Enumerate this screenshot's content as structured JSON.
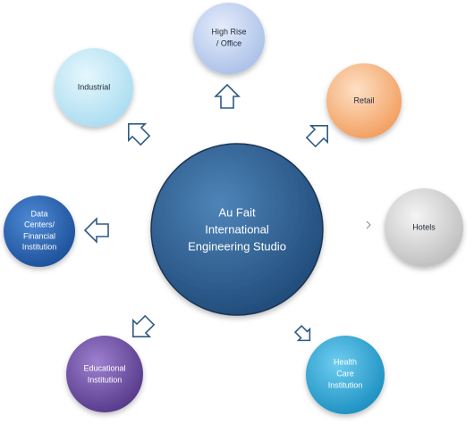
{
  "center": {
    "lines": [
      "Au Fait",
      "International",
      "Engineering Studio"
    ]
  },
  "nodes": [
    {
      "id": "industrial",
      "lines": [
        "Industrial"
      ],
      "text_color": "#1f2a3a"
    },
    {
      "id": "high-rise-office",
      "lines": [
        "High Rise",
        "/ Office"
      ],
      "text_color": "#1f2a3a"
    },
    {
      "id": "retail",
      "lines": [
        "Retail"
      ],
      "text_color": "#1f2a3a"
    },
    {
      "id": "hotels",
      "lines": [
        "Hotels"
      ],
      "text_color": "#1f2a3a"
    },
    {
      "id": "health-care-institution",
      "lines": [
        "Health",
        "Care",
        "Institution"
      ],
      "text_color": "#ffffff"
    },
    {
      "id": "educational-institution",
      "lines": [
        "Educational",
        "Institution"
      ],
      "text_color": "#ffffff"
    },
    {
      "id": "data-centers-financial-institution",
      "lines": [
        "Data",
        "Centers/",
        "Financial",
        "Institution"
      ],
      "text_color": "#ffffff"
    }
  ],
  "colors": {
    "center": "#2a5a8c",
    "industrial": "#bfe6f5",
    "high_rise_office": "#c3d3f0",
    "retail": "#f7b987",
    "hotels": "#d5d5d5",
    "health_care_institution": "#31a9d6",
    "educational_institution": "#6f4fa3",
    "data_centers": "#2a63b2",
    "arrow_stroke": "#2f5a86"
  }
}
